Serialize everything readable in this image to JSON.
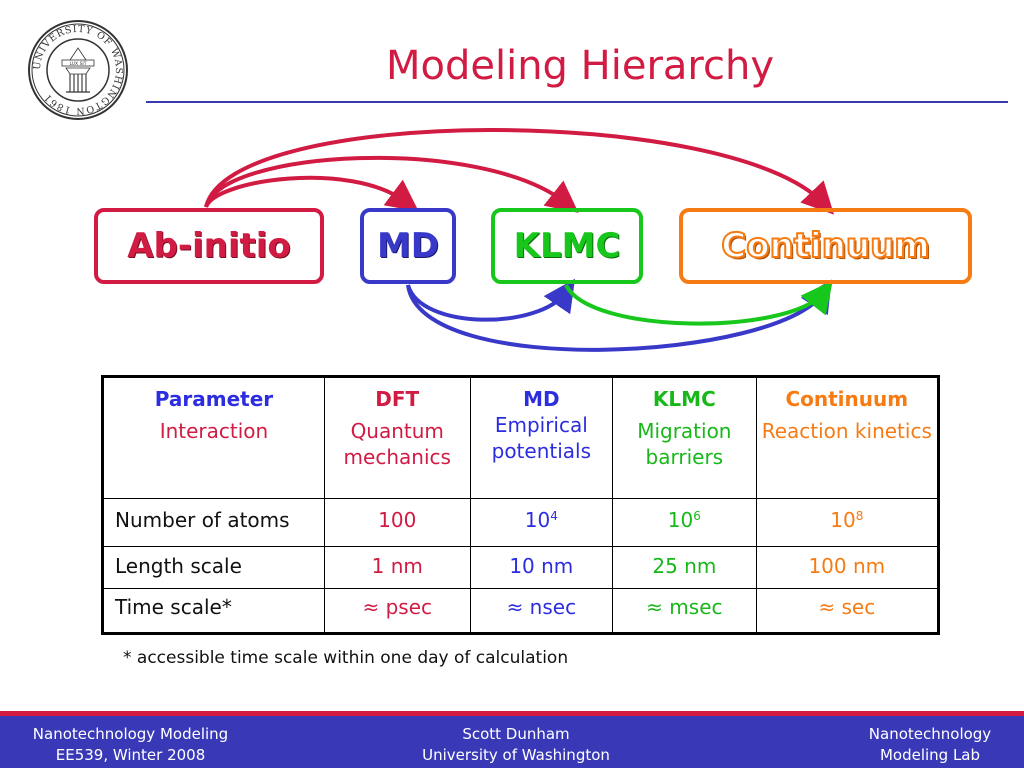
{
  "title": "Modeling Hierarchy",
  "seal": {
    "text": "UNIVERSITY OF WASHINGTON 1861",
    "motto": "LUX SIT"
  },
  "boxes": {
    "abinitio": "Ab-initio",
    "md": "MD",
    "klmc": "KLMC",
    "continuum": "Continuum"
  },
  "colors": {
    "title": "#d11b43",
    "abinitio": "#d11b43",
    "md": "#3939c9",
    "klmc": "#18c71b",
    "continuum": "#f77b13",
    "footer_bg": "#3939b8",
    "footer_stripe": "#d11b43"
  },
  "table": {
    "header": {
      "param": {
        "title": "Parameter",
        "sub": "Interaction"
      },
      "dft": {
        "title": "DFT",
        "sub": "Quantum mechanics"
      },
      "md": {
        "title": "MD",
        "sub": "Empirical potentials"
      },
      "klmc": {
        "title": "KLMC",
        "sub": "Migration barriers"
      },
      "continuum": {
        "title": "Continuum",
        "sub": "Reaction kinetics"
      }
    },
    "rows": {
      "atoms": {
        "label": "Number of atoms",
        "dft": "100",
        "md_base": "10",
        "md_exp": "4",
        "klmc_base": "10",
        "klmc_exp": "6",
        "cont_base": "10",
        "cont_exp": "8"
      },
      "length": {
        "label": "Length scale",
        "dft": "1 nm",
        "md": "10 nm",
        "klmc": "25 nm",
        "cont": "100 nm"
      },
      "time": {
        "label": "Time scale*",
        "dft": "≈ psec",
        "md": "≈ nsec",
        "klmc": "≈ msec",
        "cont": "≈ sec"
      }
    }
  },
  "footnote": "* accessible time scale within one day of calculation",
  "footer": {
    "left_1": "Nanotechnology Modeling",
    "left_2": "EE539, Winter 2008",
    "mid_1": "Scott Dunham",
    "mid_2": "University of Washington",
    "right_1": "Nanotechnology",
    "right_2": "Modeling Lab"
  }
}
